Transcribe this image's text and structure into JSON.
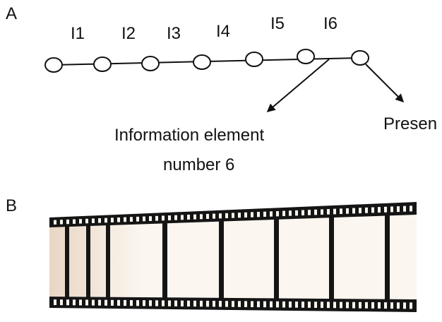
{
  "panel_a": {
    "label": "A",
    "node_labels": [
      "I1",
      "I2",
      "I3",
      "I4",
      "I5",
      "I6"
    ],
    "element_caption_line1": "Information element",
    "element_caption_line2": "number 6",
    "present_label": "Presen"
  },
  "panel_b": {
    "label": "B"
  },
  "colors": {
    "stroke": "#111111",
    "node_fill": "#ffffff",
    "film_dark": "#151515",
    "film_frame_light": "#fbf6ef",
    "film_frame_tint": "#e8d6c4"
  }
}
